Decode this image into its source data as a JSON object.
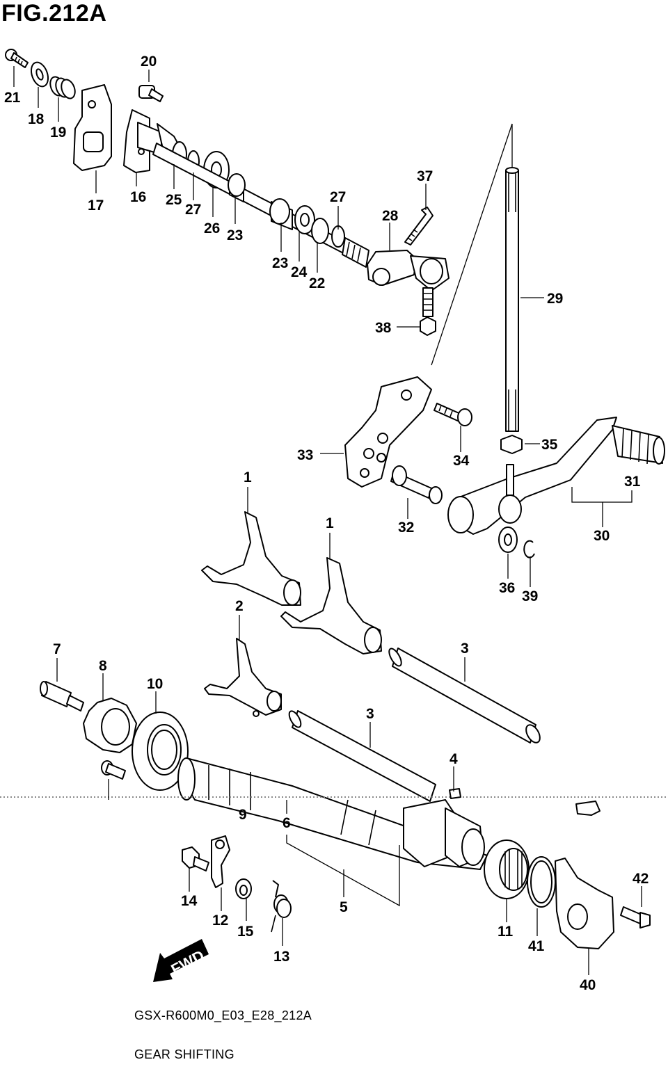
{
  "figure_title": "FIG.212A",
  "caption_code": "GSX-R600M0_E03_E28_212A",
  "caption_name": "GEAR SHIFTING",
  "fwd_label": "FWD",
  "callouts": {
    "c1a": "1",
    "c1b": "1",
    "c2": "2",
    "c3a": "3",
    "c3b": "3",
    "c4": "4",
    "c5": "5",
    "c6": "6",
    "c7": "7",
    "c8": "8",
    "c9": "9",
    "c10": "10",
    "c11": "11",
    "c12": "12",
    "c13": "13",
    "c14": "14",
    "c15": "15",
    "c16": "16",
    "c17": "17",
    "c18": "18",
    "c19": "19",
    "c20": "20",
    "c21": "21",
    "c22": "22",
    "c23a": "23",
    "c23b": "23",
    "c24": "24",
    "c25": "25",
    "c26": "26",
    "c27a": "27",
    "c27b": "27",
    "c28": "28",
    "c29": "29",
    "c30": "30",
    "c31": "31",
    "c32": "32",
    "c33": "33",
    "c34": "34",
    "c35": "35",
    "c36": "36",
    "c37": "37",
    "c38": "38",
    "c39": "39",
    "c40": "40",
    "c41": "41",
    "c42": "42"
  }
}
